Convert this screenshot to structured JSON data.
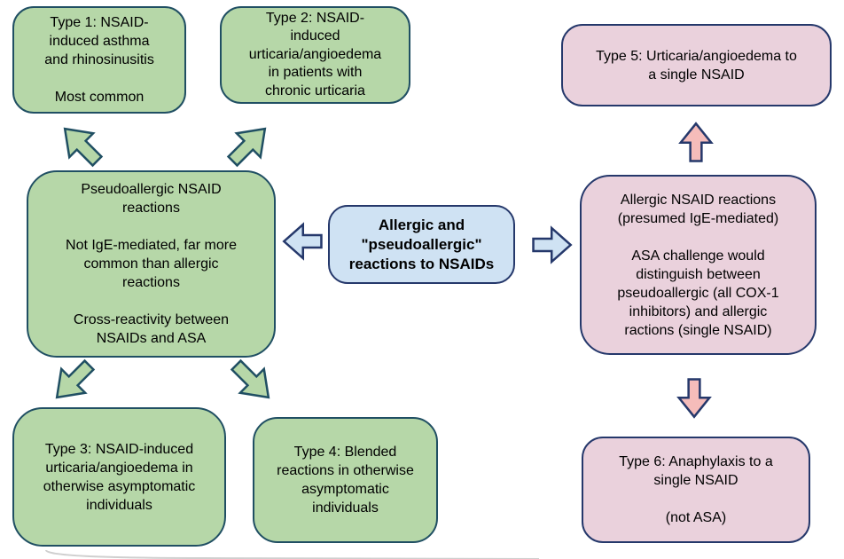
{
  "diagram_title": "Allergic and \"pseudoallergic\" reactions to NSAIDs",
  "colors": {
    "green_fill": "#b6d7a8",
    "green_border": "#204f63",
    "blue_fill": "#cfe2f3",
    "blue_border": "#25386b",
    "pink_fill": "#ead1dc",
    "pink_arrow_fill": "#f5bcba",
    "pink_border": "#25386b",
    "text": "#000000",
    "background": "#ffffff"
  },
  "nodes": {
    "center": {
      "text": "Allergic and\n\"pseudoallergic\"\nreactions to NSAIDs"
    },
    "pseudoallergic": {
      "text": "Pseudoallergic NSAID\nreactions\n\nNot IgE-mediated, far more\ncommon than allergic\nreactions\n\nCross-reactivity between\nNSAIDs and ASA"
    },
    "allergic": {
      "text": "Allergic NSAID reactions\n(presumed IgE-mediated)\n\nASA challenge would\ndistinguish between\npseudoallergic (all COX-1\ninhibitors) and allergic\nractions (single NSAID)"
    },
    "type1": {
      "text": "Type 1: NSAID-\ninduced asthma\nand rhinosinusitis\n\nMost common"
    },
    "type2": {
      "text": "Type 2: NSAID-\ninduced\nurticaria/angioedema\nin patients with\nchronic urticaria"
    },
    "type3": {
      "text": "Type 3: NSAID-induced\nurticaria/angioedema in\notherwise asymptomatic\nindividuals"
    },
    "type4": {
      "text": "Type 4: Blended\nreactions in otherwise\nasymptomatic\nindividuals"
    },
    "type5": {
      "text": "Type 5: Urticaria/angioedema to\na single NSAID"
    },
    "type6": {
      "text": "Type 6: Anaphylaxis to a\nsingle NSAID\n\n(not ASA)"
    }
  },
  "connections": [
    {
      "from": "center",
      "to": "pseudoallergic",
      "direction": "left",
      "color": "blue"
    },
    {
      "from": "center",
      "to": "allergic",
      "direction": "right",
      "color": "blue"
    },
    {
      "from": "pseudoallergic",
      "to": "type1",
      "direction": "up-left",
      "color": "green"
    },
    {
      "from": "pseudoallergic",
      "to": "type2",
      "direction": "up-right",
      "color": "green"
    },
    {
      "from": "pseudoallergic",
      "to": "type3",
      "direction": "down-left",
      "color": "green"
    },
    {
      "from": "pseudoallergic",
      "to": "type4",
      "direction": "down-right",
      "color": "green"
    },
    {
      "from": "allergic",
      "to": "type5",
      "direction": "up",
      "color": "pink"
    },
    {
      "from": "allergic",
      "to": "type6",
      "direction": "down",
      "color": "pink"
    }
  ]
}
